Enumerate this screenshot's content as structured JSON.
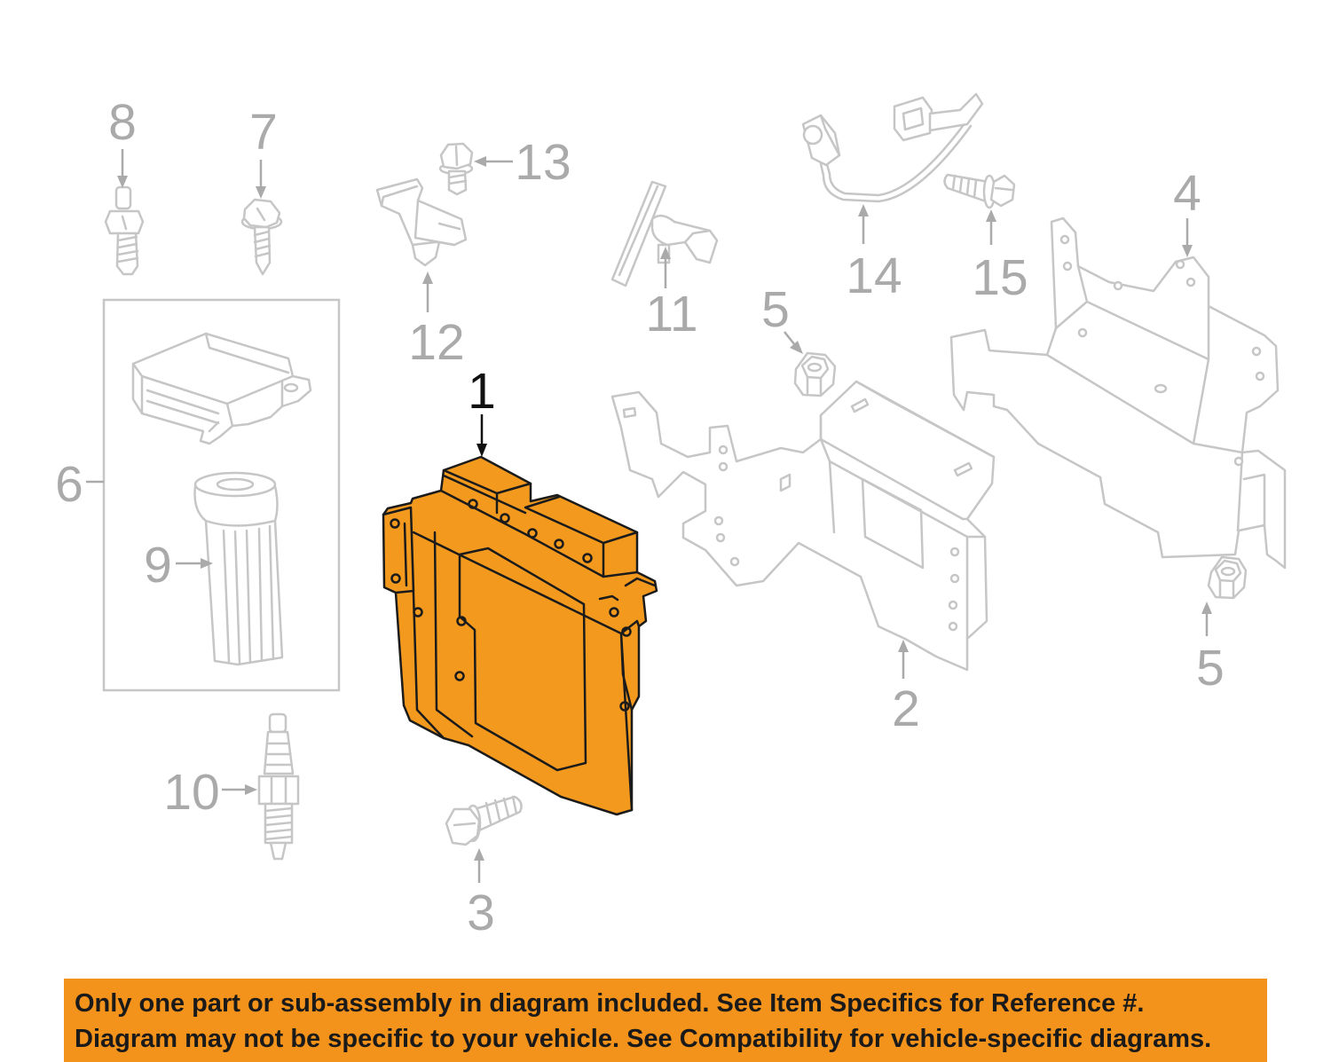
{
  "diagram": {
    "callouts": {
      "c1": "1",
      "c2": "2",
      "c3": "3",
      "c4": "4",
      "c5a": "5",
      "c5b": "5",
      "c6": "6",
      "c7": "7",
      "c8": "8",
      "c9": "9",
      "c10": "10",
      "c11": "11",
      "c12": "12",
      "c13": "13",
      "c14": "14",
      "c15": "15"
    },
    "highlighted_callout": "1"
  },
  "notice": {
    "line1": "Only one part or sub-assembly in diagram included. See Item Specifics for Reference #.",
    "line2": "Diagram may not be specific to your vehicle. See Compatibility for vehicle-specific diagrams."
  },
  "colors": {
    "highlight": "#f39a1e",
    "banner": "#f3931b",
    "callout": "#aaaaaa",
    "active": "#111111",
    "outline": "#c6c6c6"
  }
}
